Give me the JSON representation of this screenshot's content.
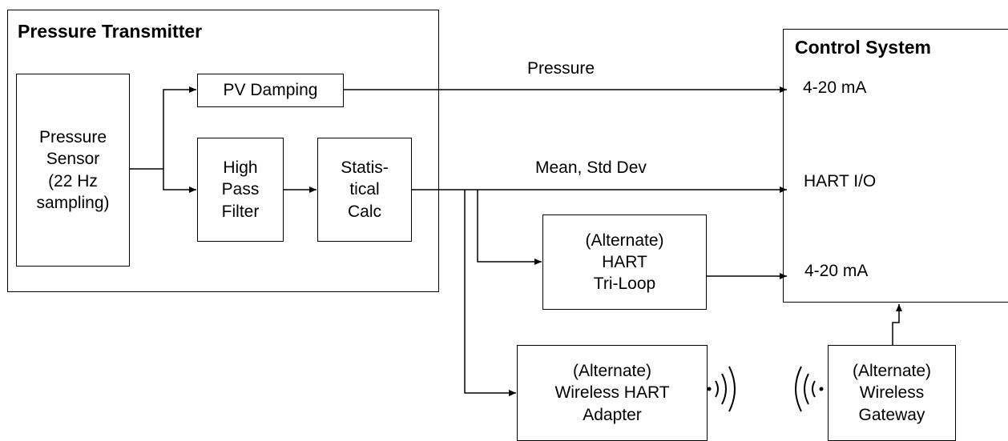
{
  "transmitter": {
    "title": "Pressure Transmitter",
    "sensor": "Pressure\nSensor\n(22 Hz\nsampling)",
    "pv_damping": "PV Damping",
    "high_pass": "High\nPass\nFilter",
    "statistical": "Statis-\ntical\nCalc"
  },
  "signals": {
    "pressure": "Pressure",
    "mean_std": "Mean, Std Dev"
  },
  "control_system": {
    "title": "Control System",
    "ma_top": "4-20 mA",
    "hart_io": "HART I/O",
    "ma_bottom": "4-20 mA"
  },
  "triloop": "(Alternate)\nHART\nTri-Loop",
  "adapter": "(Alternate)\nWireless HART\nAdapter",
  "gateway": "(Alternate)\nWireless\nGateway",
  "radio_out_icon": "radio-waves-out-icon",
  "radio_in_icon": "radio-waves-in-icon"
}
